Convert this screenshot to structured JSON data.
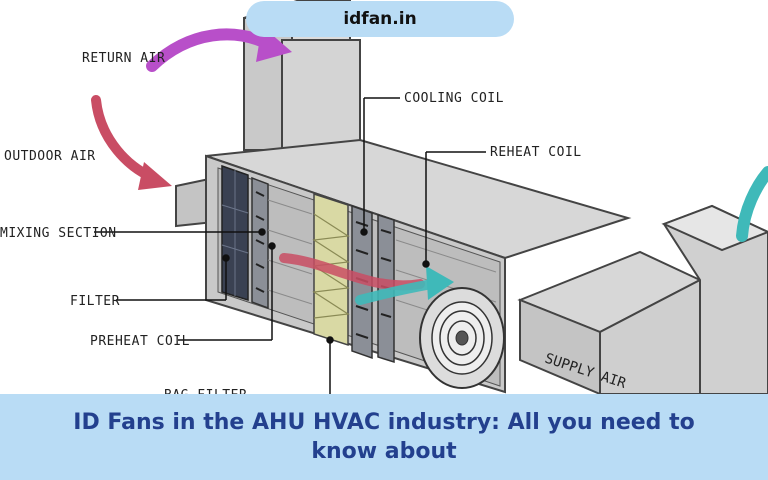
{
  "site": {
    "label": "idfan.in"
  },
  "labels": {
    "return_air": "RETURN AIR",
    "outdoor_air": "OUTDOOR AIR",
    "mixing_section": "MIXING SECTION",
    "filter": "FILTER",
    "preheat_coil": "PREHEAT COIL",
    "bag_filter": "BAG FILTER",
    "cooling_coil": "COOLING COIL",
    "reheat_coil": "REHEAT COIL",
    "supply_air": "SUPPLY AIR"
  },
  "banner": {
    "title": "ID Fans in the AHU HVAC industry: All you need to know about"
  },
  "colors": {
    "band": "#b9dcf5",
    "title_text": "#23408e",
    "return_arrow": "#b84fc9",
    "outdoor_arrow": "#c94d64",
    "supply_arrow": "#3fb9b9",
    "cabinet": "#cfcfcf"
  }
}
